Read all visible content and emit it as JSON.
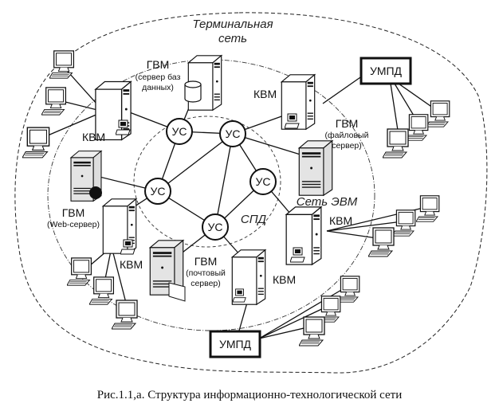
{
  "labels": {
    "terminal_net_1": "Терминальная",
    "terminal_net_2": "сеть",
    "computer_net": "Сеть ЭВМ",
    "spd": "СПД",
    "us": "УС",
    "kvm": "КВМ",
    "gvm": "ГВМ",
    "db_server_1": "(сервер баз",
    "db_server_2": "данных)",
    "file_server_1": "(файловый",
    "file_server_2": "сервер)",
    "web_server": "(Web-сервер)",
    "mail_server_1": "(почтовый",
    "mail_server_2": "сервер)",
    "umpd": "УМПД"
  },
  "caption": "Рис.1.1,а. Структура информационно-технологической сети"
}
